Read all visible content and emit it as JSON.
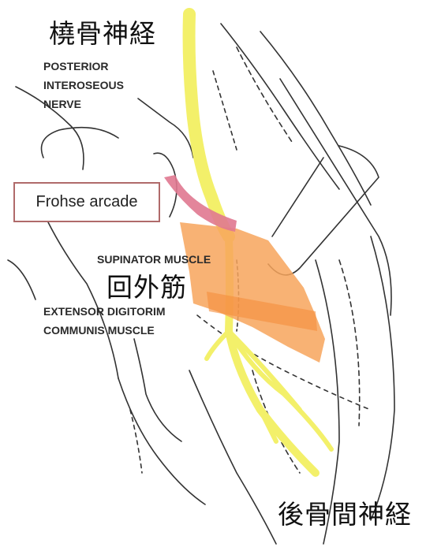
{
  "labels": {
    "radial_nerve_jp": "橈骨神経",
    "posterior_interosseous_nerve_jp": "後骨間神経",
    "supinator_jp": "回外筋",
    "posterior_interosseous_en": [
      "POSTERIOR",
      "INTEROSEOUS",
      "NERVE"
    ],
    "supinator_en": "SUPINATOR MUSCLE",
    "extensor_en": [
      "EXTENSOR DIGITORIM",
      "COMMUNIS MUSCLE"
    ],
    "frohse_arcade": "Frohse arcade"
  },
  "colors": {
    "nerve_yellow": "#f3f06a",
    "supinator_orange": "#f7a45c",
    "arcade_pink": "#e07890",
    "callout_border": "#b06a6a",
    "line_art": "#333333"
  }
}
